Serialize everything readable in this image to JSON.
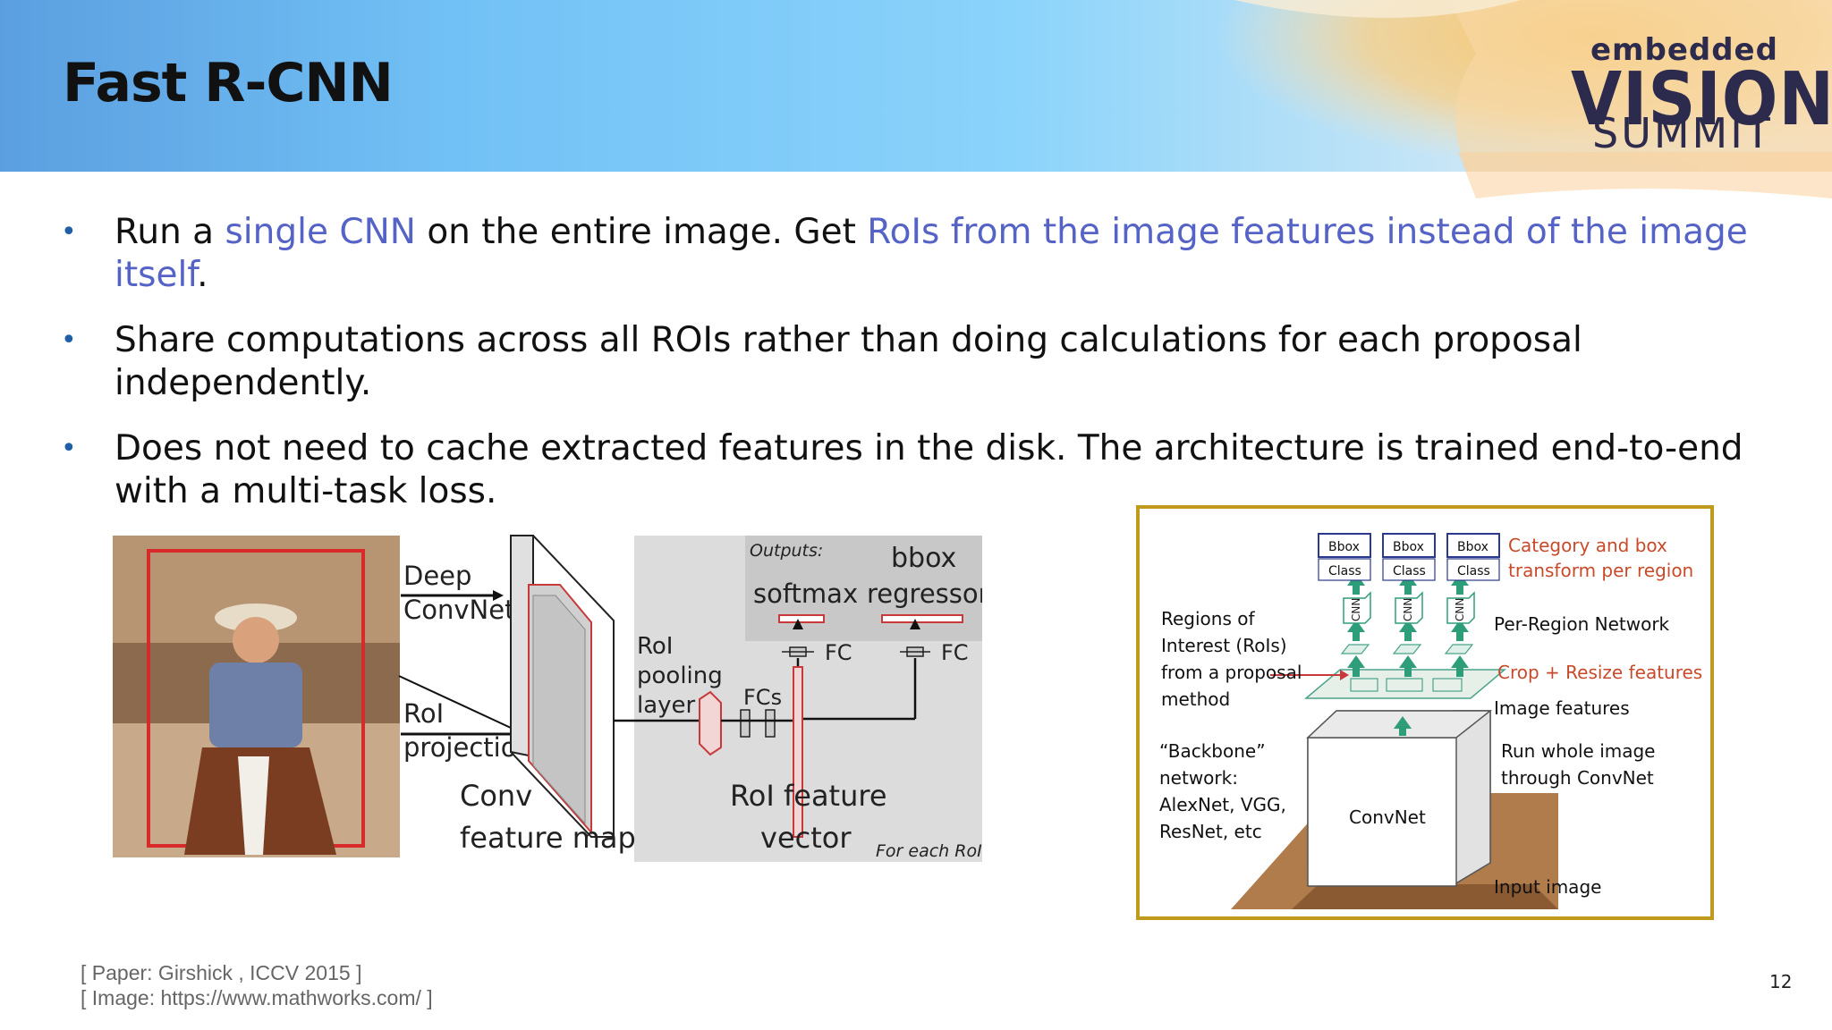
{
  "slide": {
    "title": "Fast R-CNN",
    "page_number": "12"
  },
  "logo": {
    "line1": "embedded",
    "line2": "VISION",
    "line3": "SUMMIT",
    "colors": {
      "text": "#2d2b4d",
      "accent": "#f2a41f"
    }
  },
  "bullets": [
    {
      "parts": [
        "Run a ",
        "single CNN",
        " on the entire image. Get ",
        "RoIs from the image features instead of the image itself",
        "."
      ]
    },
    {
      "text": "Share computations across all ROIs rather than doing calculations for each proposal independently."
    },
    {
      "text": "Does not need to cache extracted features in the disk. The architecture is trained end-to-end with a multi-task loss."
    }
  ],
  "fig_left": {
    "deep": "Deep",
    "convnet": "ConvNet",
    "roi": "RoI",
    "projection": "projection",
    "conv": "Conv",
    "feature_map": "feature map",
    "roi_pooling_1": "RoI",
    "roi_pooling_2": "pooling",
    "roi_pooling_3": "layer",
    "fcs": "FCs",
    "outputs": "Outputs:",
    "softmax": "softmax",
    "bbox": "bbox",
    "regressor": "regressor",
    "fc_left": "FC",
    "fc_right": "FC",
    "roi_feature": "RoI feature",
    "vector": "vector",
    "for_each_roi": "For each RoI"
  },
  "fig_right": {
    "bbox_label": "Bbox",
    "class_label": "Class",
    "cnn_label": "CNN",
    "category_1": "Category and box",
    "category_2": "transform per region",
    "regions_1": "Regions of",
    "regions_2": "Interest (RoIs)",
    "regions_3": "from a proposal",
    "regions_4": "method",
    "per_region": "Per-Region Network",
    "crop_resize": "Crop + Resize features",
    "image_features": "Image features",
    "backbone_1": "“Backbone”",
    "backbone_2": "network:",
    "backbone_3": "AlexNet, VGG,",
    "backbone_4": "ResNet, etc",
    "run_whole_1": "Run whole image",
    "run_whole_2": "through ConvNet",
    "convnet": "ConvNet",
    "input_image": "Input image"
  },
  "refs": {
    "paper": "[ Paper: Girshick , ICCV 2015 ]",
    "image": "[ Image: https://www.mathworks.com/ ]"
  }
}
